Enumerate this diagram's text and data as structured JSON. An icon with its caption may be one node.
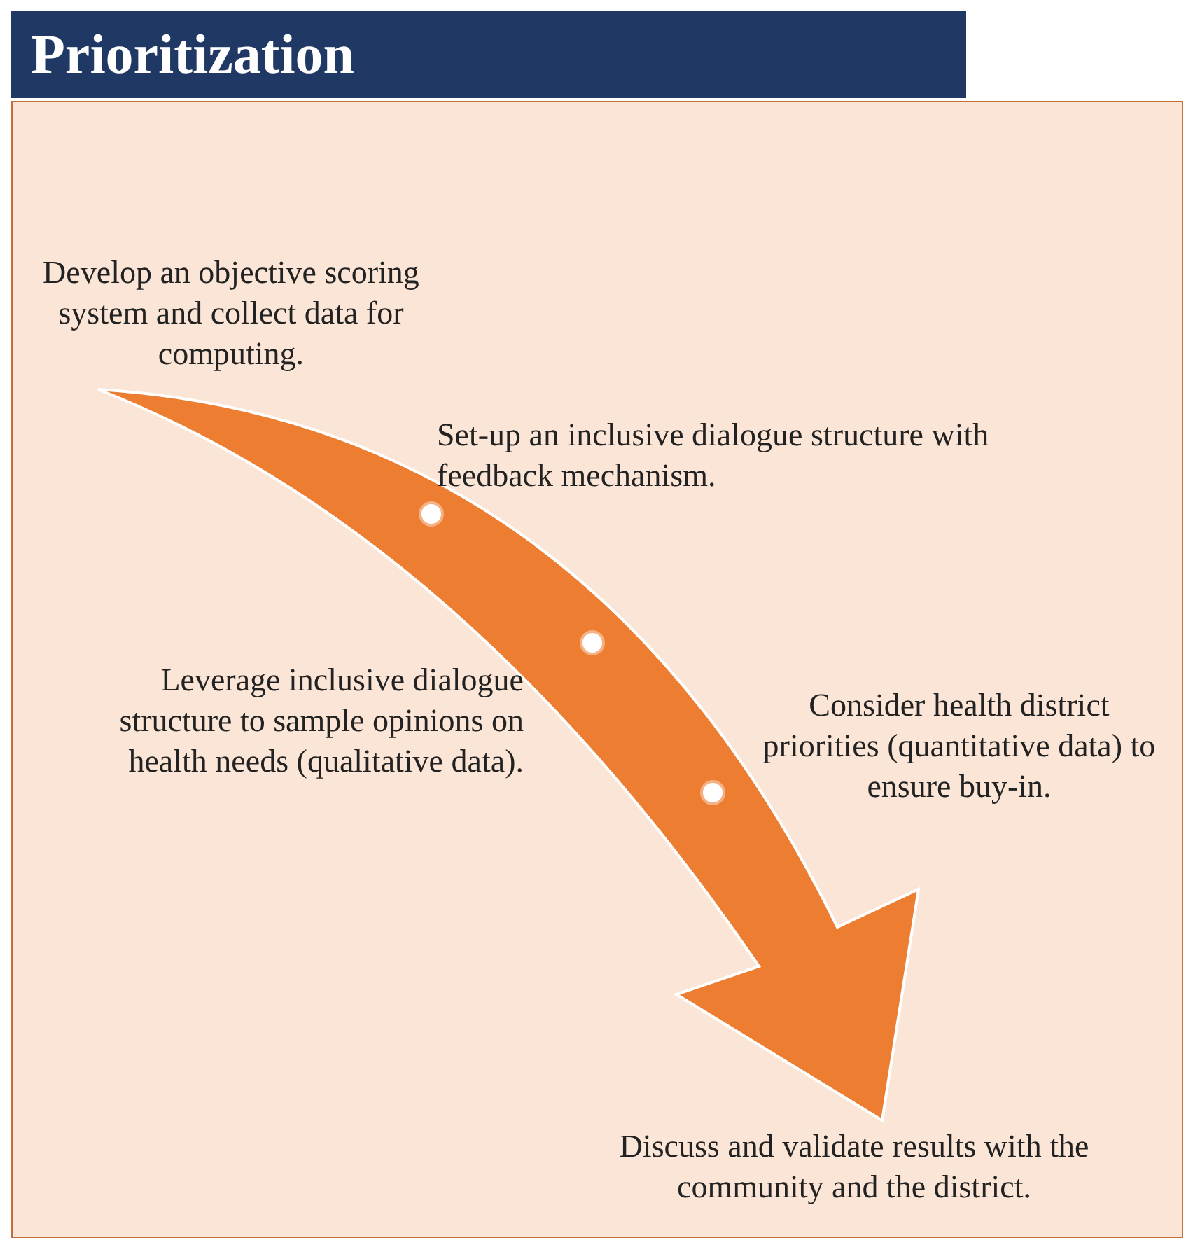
{
  "diagram": {
    "title": "Prioritization",
    "labels": [
      "Develop an objective scoring system and collect data for computing.",
      "Set-up an inclusive dialogue structure with feedback mechanism.",
      "Leverage inclusive dialogue structure to sample opinions on health needs (qualitative data).",
      "Consider health district priorities (quantitative data) to ensure buy-in.",
      "Discuss and validate results with the community and the district."
    ]
  }
}
